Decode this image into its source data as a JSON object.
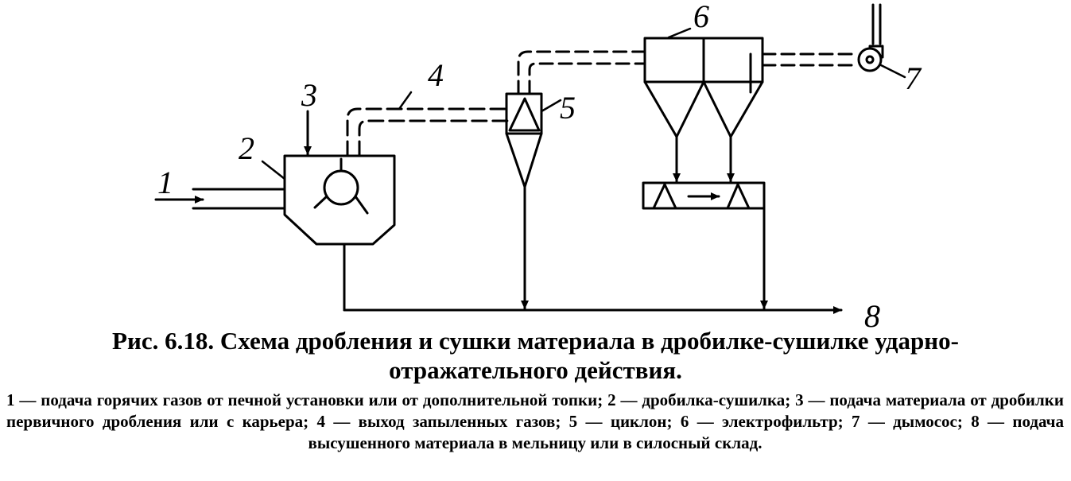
{
  "labels": {
    "n1": "1",
    "n2": "2",
    "n3": "3",
    "n4": "4",
    "n5": "5",
    "n6": "6",
    "n7": "7",
    "n8": "8"
  },
  "caption": {
    "line1": "Рис. 6.18. Схема дробления и сушки материала в дробилке-сушилке ударно-",
    "line2": "отражательного действия."
  },
  "legend": "1 — подача горячих газов от печной установки или от дополнительной топки; 2 — дробилка-сушилка; 3 — подача материала от дробилки первичного дробления или с карьера; 4 — выход запыленных газов; 5 — циклон; 6 — электрофильтр; 7 — дымосос; 8 — подача высушенного материала в мельницу или в силосный склад."
}
